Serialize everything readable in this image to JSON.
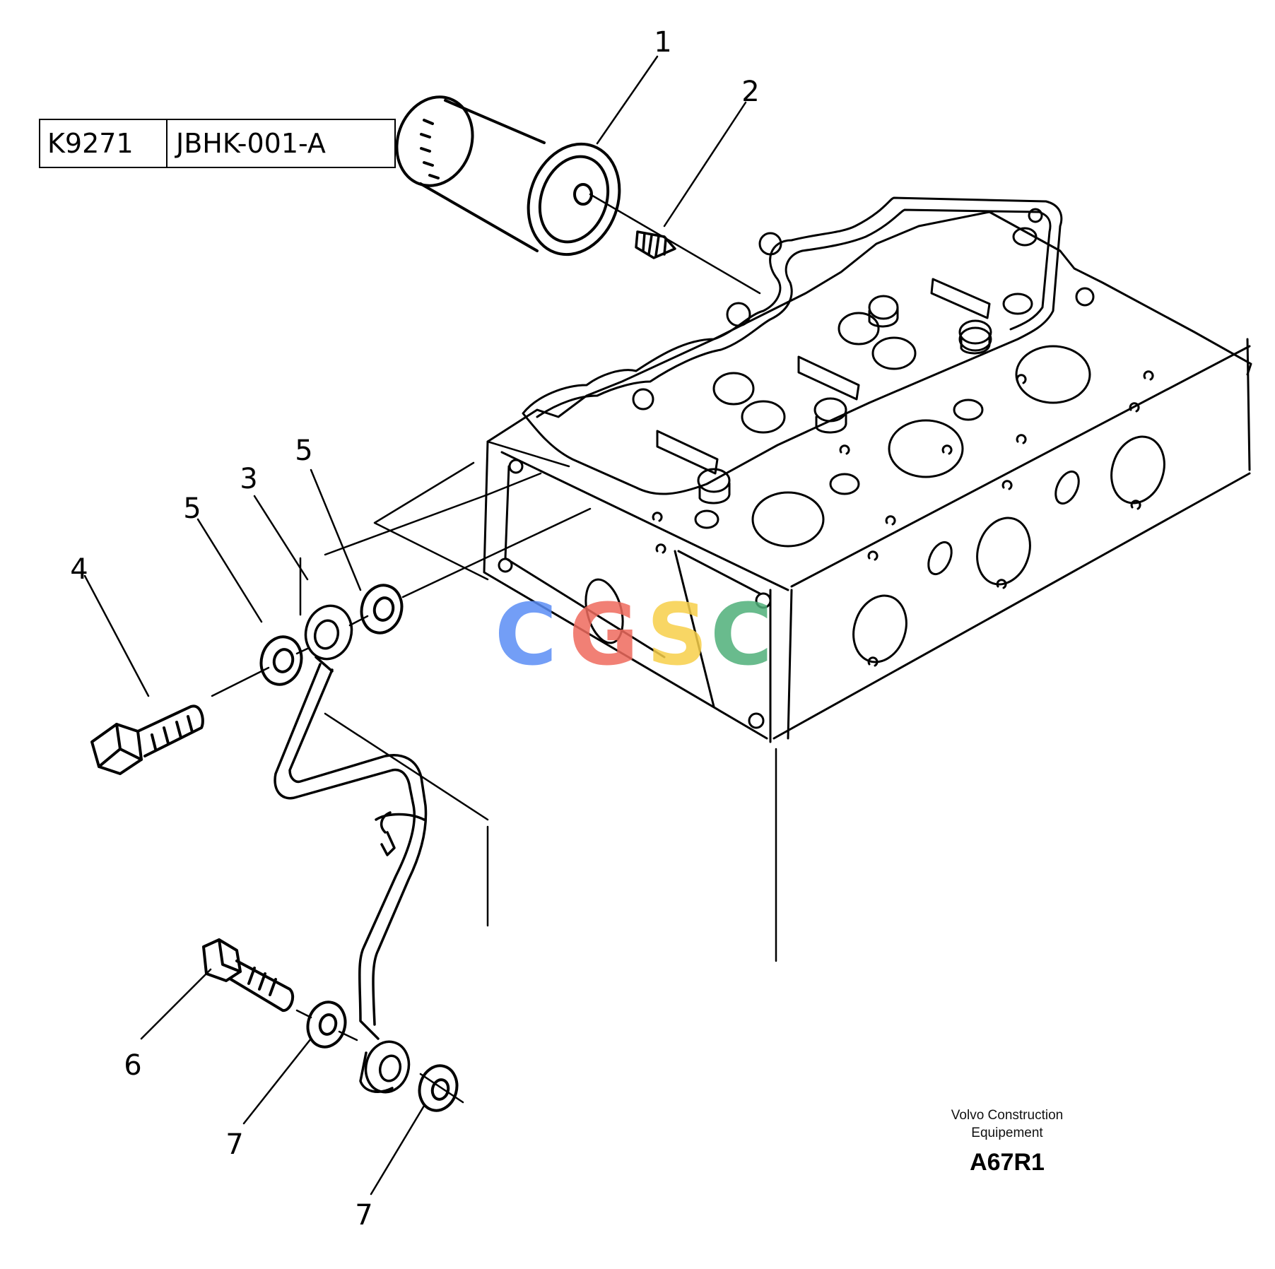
{
  "reference_table": {
    "model_code": "K9271",
    "part_group": "JBHK-001-A"
  },
  "callouts": [
    "1",
    "2",
    "3",
    "4",
    "5",
    "5",
    "6",
    "7",
    "7"
  ],
  "publisher": {
    "line1": "Volvo Construction",
    "line2": "Equipement"
  },
  "drawing_code": "A67R1",
  "watermark": {
    "text": "CGSC",
    "letters": [
      "C",
      "G",
      "S",
      "C"
    ],
    "colors": [
      "#5b8ef5",
      "#ef6b5e",
      "#f7cf4a",
      "#4fb07a"
    ]
  },
  "colors": {
    "line": "#000000",
    "background": "#ffffff"
  }
}
